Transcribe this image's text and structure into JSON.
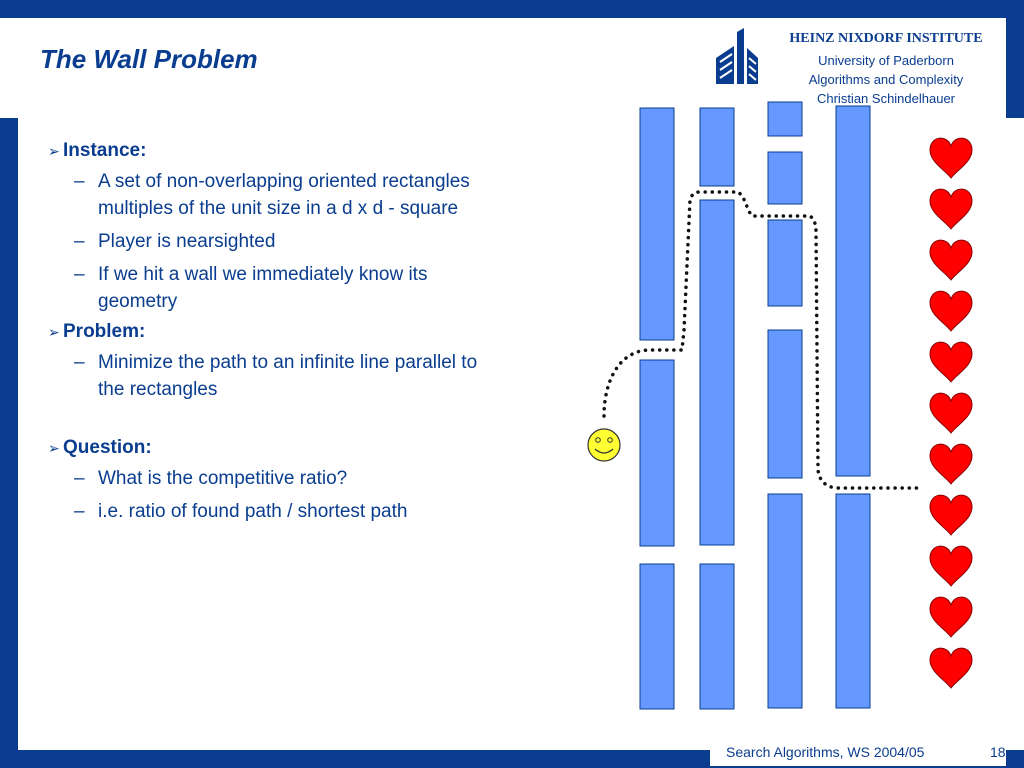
{
  "header": {
    "title": "The Wall Problem",
    "institute": {
      "name": "HEINZ NIXDORF INSTITUTE",
      "line1": "University of Paderborn",
      "line2": "Algorithms and Complexity",
      "line3": "Christian Schindelhauer"
    }
  },
  "content": {
    "instance": {
      "heading": "Instance:",
      "items": [
        "A set of non-overlapping oriented rectangles multiples of the unit size in a d x d - square",
        "Player is nearsighted",
        "If we hit a wall we immediately know its geometry"
      ]
    },
    "problem": {
      "heading": "Problem:",
      "items": [
        "Minimize the path to an infinite line parallel to the rectangles"
      ]
    },
    "question": {
      "heading": "Question:",
      "items": [
        "What is the competitive ratio?",
        "i.e. ratio of found path / shortest path"
      ]
    }
  },
  "footer": {
    "text": "Search Algorithms, WS 2004/05",
    "page": "18"
  },
  "colors": {
    "brand": "#0a3d8f",
    "wall_fill": "#6699ff",
    "heart": "#ff0000",
    "smiley": "#ffff33"
  },
  "icons": {
    "smiley": "smiley-face-icon",
    "heart": "heart-icon",
    "bullet": "arrow-bullet-icon"
  }
}
